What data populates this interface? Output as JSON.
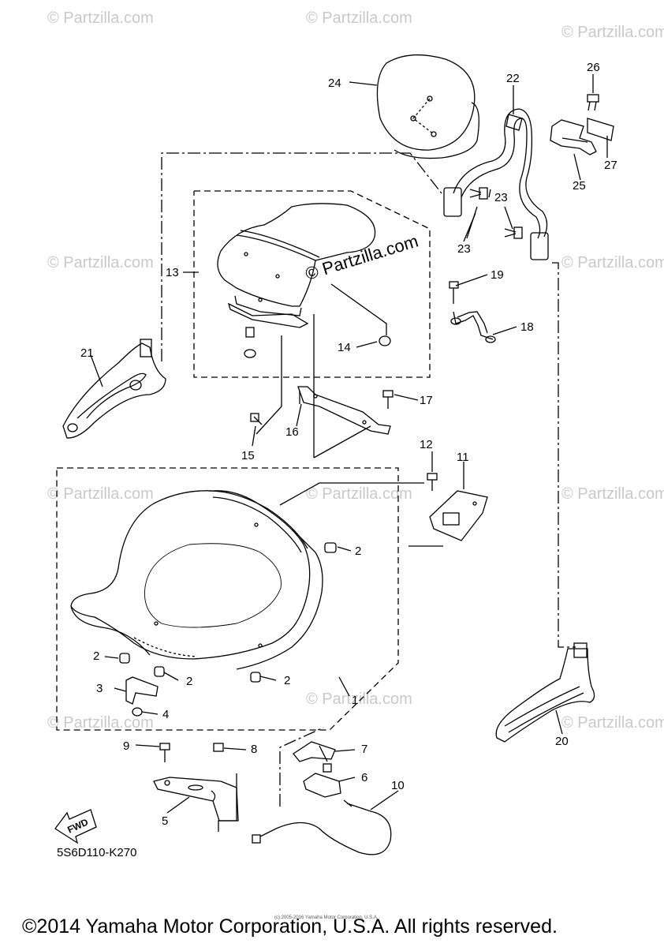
{
  "watermark": "© Partzilla.com",
  "site_label": "© Partzilla.com",
  "diagram_code": "5S6D110-K270",
  "copyright": "©2014 Yamaha Motor Corporation, U.S.A. All rights reserved.",
  "tiny_note": "(c) 2005-2016 Yamaha Motor Corporation, U.S.A.",
  "fwd_label": "FWD",
  "callouts": {
    "c1": "1",
    "c2a": "2",
    "c2b": "2",
    "c2c": "2",
    "c2d": "2",
    "c3": "3",
    "c4": "4",
    "c5": "5",
    "c6": "6",
    "c7": "7",
    "c8": "8",
    "c9": "9",
    "c10": "10",
    "c11": "11",
    "c12": "12",
    "c13": "13",
    "c14": "14",
    "c15": "15",
    "c16": "16",
    "c17": "17",
    "c18": "18",
    "c19": "19",
    "c20": "20",
    "c21": "21",
    "c22": "22",
    "c23a": "23",
    "c23b": "23",
    "c24": "24",
    "c25": "25",
    "c26": "26",
    "c27": "27"
  }
}
